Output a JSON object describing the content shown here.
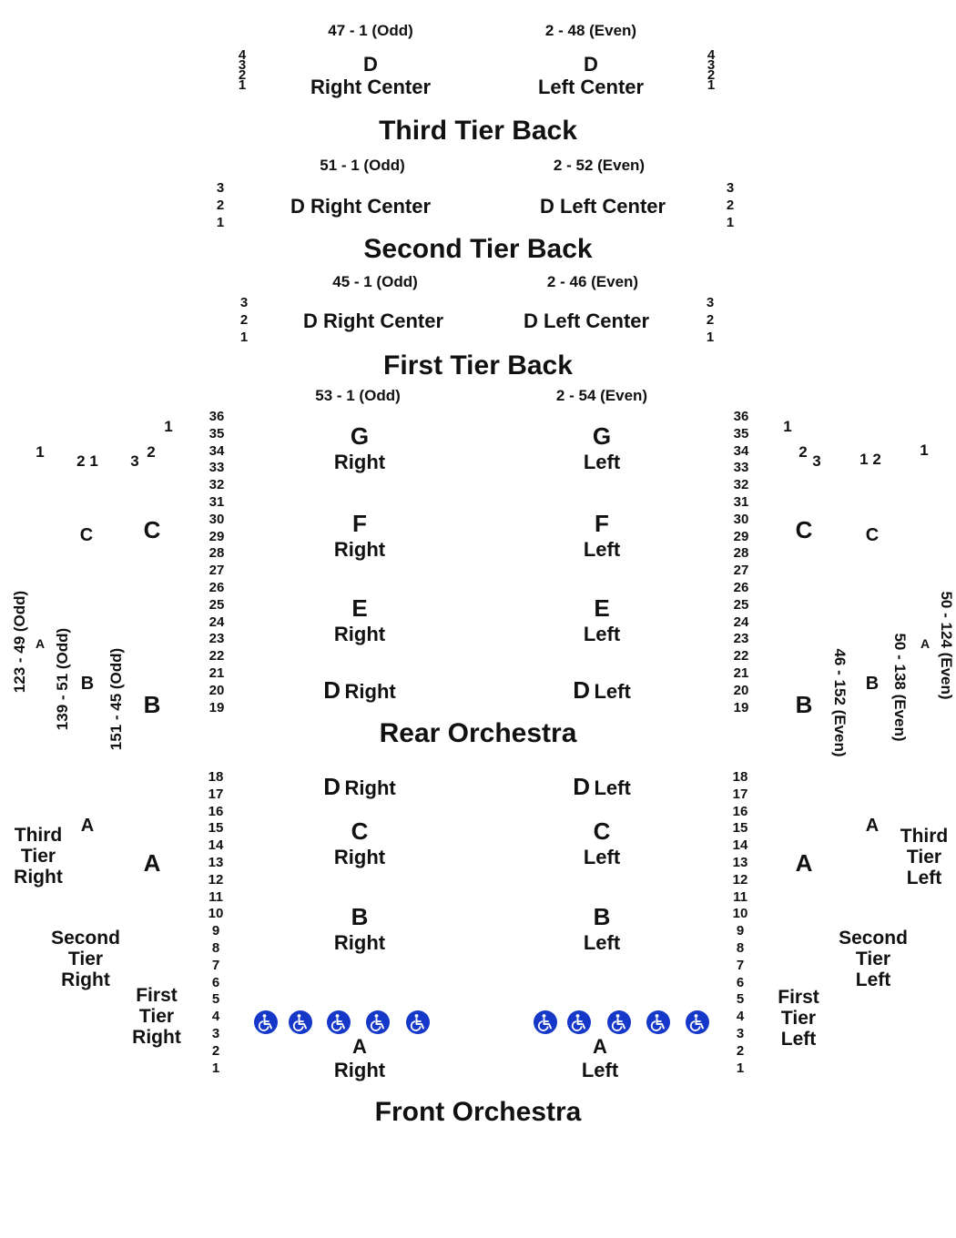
{
  "sections": {
    "third_tier_back": "Third Tier Back",
    "second_tier_back": "Second Tier Back",
    "first_tier_back": "First Tier Back",
    "rear_orchestra": "Rear Orchestra",
    "front_orchestra": "Front Orchestra"
  },
  "third_tier": {
    "odd_range": "47 - 1 (Odd)",
    "even_range": "2 - 48 (Even)",
    "right_row": "D",
    "right_section": "Right Center",
    "left_row": "D",
    "left_section": "Left Center",
    "rows": [
      "4",
      "3",
      "2",
      "1"
    ]
  },
  "second_tier": {
    "odd_range": "51 - 1 (Odd)",
    "even_range": "2 - 52 (Even)",
    "right_label": "D Right Center",
    "left_label": "D Left Center",
    "rows": [
      "3",
      "2",
      "1"
    ]
  },
  "first_tier": {
    "odd_range": "45 - 1 (Odd)",
    "even_range": "2 - 46 (Even)",
    "right_label": "D Right Center",
    "left_label": "D Left Center",
    "rows": [
      "3",
      "2",
      "1"
    ]
  },
  "orchestra": {
    "odd_range": "53 - 1 (Odd)",
    "even_range": "2 - 54 (Even)",
    "rear_rows": [
      "36",
      "35",
      "34",
      "33",
      "32",
      "31",
      "30",
      "29",
      "28",
      "27",
      "26",
      "25",
      "24",
      "23",
      "22",
      "21",
      "20",
      "19"
    ],
    "front_rows": [
      "18",
      "17",
      "16",
      "15",
      "14",
      "13",
      "12",
      "11",
      "10",
      "9",
      "8",
      "7",
      "6",
      "5",
      "4",
      "3",
      "2",
      "1"
    ],
    "right_sections": [
      {
        "letter": "G",
        "side": "Right"
      },
      {
        "letter": "F",
        "side": "Right"
      },
      {
        "letter": "E",
        "side": "Right"
      },
      {
        "letter": "D",
        "side": "Right"
      },
      {
        "letter": "D",
        "side": "Right"
      },
      {
        "letter": "C",
        "side": "Right"
      },
      {
        "letter": "B",
        "side": "Right"
      },
      {
        "letter": "A",
        "side": "Right"
      }
    ],
    "left_sections": [
      {
        "letter": "G",
        "side": "Left"
      },
      {
        "letter": "F",
        "side": "Left"
      },
      {
        "letter": "E",
        "side": "Left"
      },
      {
        "letter": "D",
        "side": "Left"
      },
      {
        "letter": "D",
        "side": "Left"
      },
      {
        "letter": "C",
        "side": "Left"
      },
      {
        "letter": "B",
        "side": "Left"
      },
      {
        "letter": "A",
        "side": "Left"
      }
    ]
  },
  "boxes_right": {
    "third_tier_label": [
      "Third",
      "Tier",
      "Right"
    ],
    "second_tier_label": [
      "Second",
      "Tier",
      "Right"
    ],
    "first_tier_label": [
      "First",
      "Tier",
      "Right"
    ],
    "third_range": "123 - 49 (Odd)",
    "second_range": "139 - 51 (Odd)",
    "first_range": "151 - 45 (Odd)",
    "letters": {
      "A3": "A",
      "A2": "A",
      "A1": "A",
      "B2": "B",
      "B1": "B",
      "C2": "C",
      "C1": "C"
    },
    "seat_numbers": {
      "s1": "1",
      "s2": "2 1",
      "s3": "3",
      "s4": "2",
      "s5": "1"
    }
  },
  "boxes_left": {
    "third_tier_label": [
      "Third",
      "Tier",
      "Left"
    ],
    "second_tier_label": [
      "Second",
      "Tier",
      "Left"
    ],
    "first_tier_label": [
      "First",
      "Tier",
      "Left"
    ],
    "third_range": "50 - 124 (Even)",
    "second_range": "50 - 138 (Even)",
    "first_range": "46 - 152 (Even)",
    "letters": {
      "A3": "A",
      "A2": "A",
      "A1": "A",
      "B2": "B",
      "B1": "B",
      "C2": "C",
      "C1": "C"
    },
    "seat_numbers": {
      "s1": "1",
      "s2": "2",
      "s3": "3",
      "s4": "1 2",
      "s5": "1"
    }
  },
  "accessible_seats": {
    "icon": "wheelchair-icon",
    "count_right": 5,
    "count_left": 5,
    "color": "#1538c9"
  }
}
